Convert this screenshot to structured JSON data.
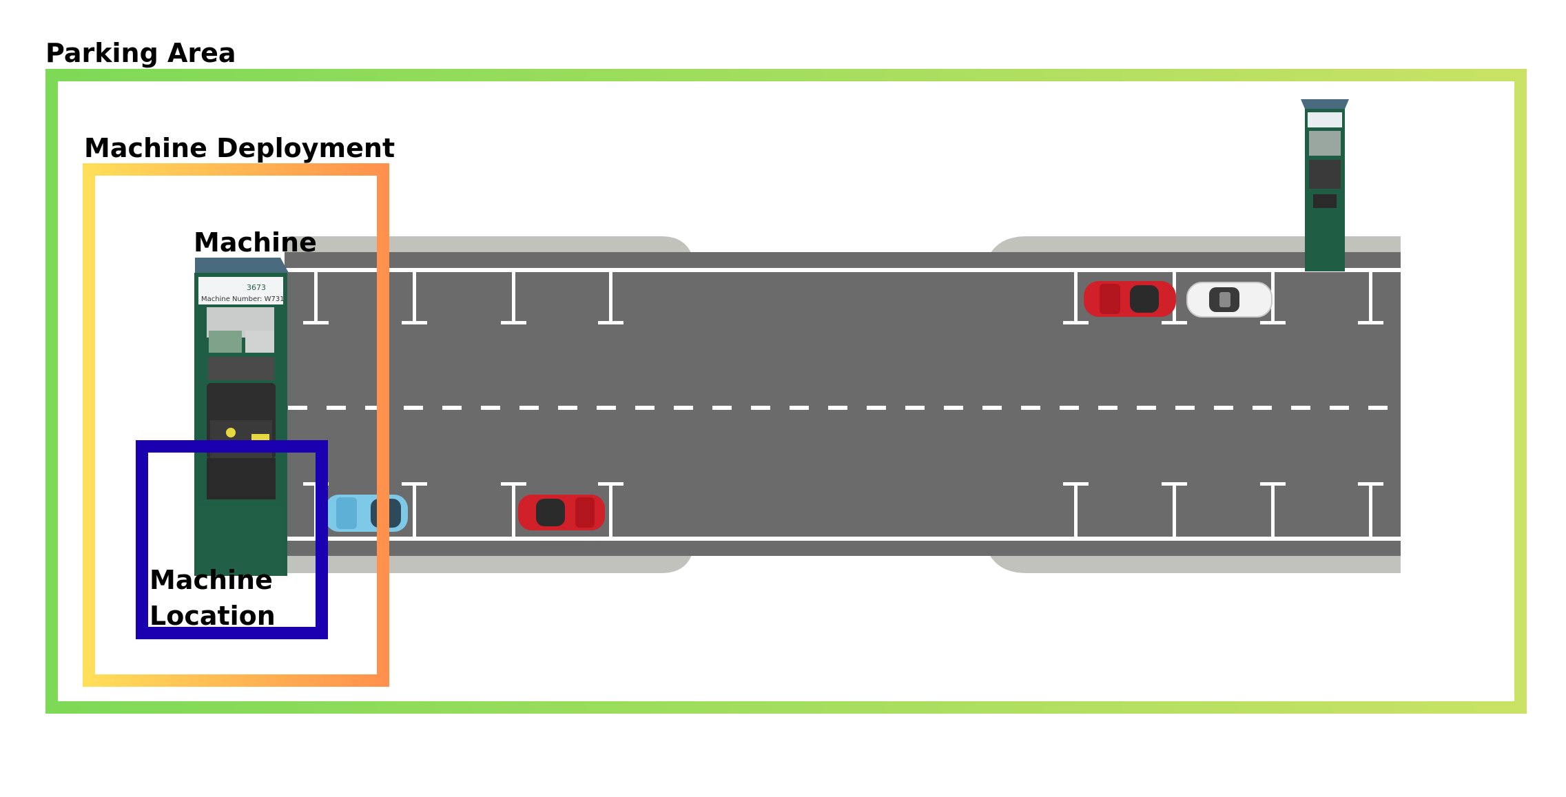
{
  "labels": {
    "parking_area": "Parking Area",
    "machine_deployment": "Machine Deployment",
    "machine": "Machine",
    "machine_location_line1": "Machine",
    "machine_location_line2": "Location"
  },
  "meter": {
    "screen_text_top": "3673",
    "screen_text_plate": "Machine Number: W731"
  },
  "colors": {
    "parking_area_start": "#7ed957",
    "parking_area_end": "#c9e265",
    "deployment_start": "#ffde59",
    "deployment_end": "#ff914d",
    "location": "#1a00b0",
    "road": "#6b6b6b",
    "curb": "#bdbdb8",
    "car_red": "#d0202a",
    "car_white": "#f2f2f2",
    "car_blue": "#7ec8e8",
    "meter_body": "#1f5e45"
  }
}
